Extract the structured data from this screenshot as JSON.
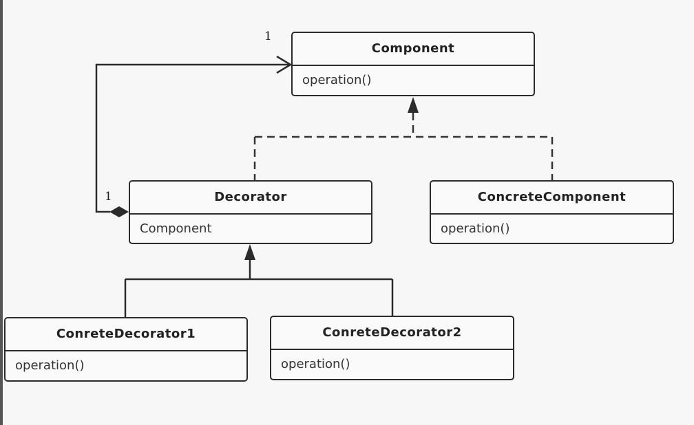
{
  "classes": {
    "component": {
      "name": "Component",
      "member": "operation()"
    },
    "decorator": {
      "name": "Decorator",
      "member": "Component"
    },
    "concrete_component": {
      "name": "ConcreteComponent",
      "member": "operation()"
    },
    "concrete_decorator1": {
      "name": "ConreteDecorator1",
      "member": "operation()"
    },
    "concrete_decorator2": {
      "name": "ConreteDecorator2",
      "member": "operation()"
    }
  },
  "multiplicities": {
    "component_end": "1",
    "decorator_end": "1"
  }
}
